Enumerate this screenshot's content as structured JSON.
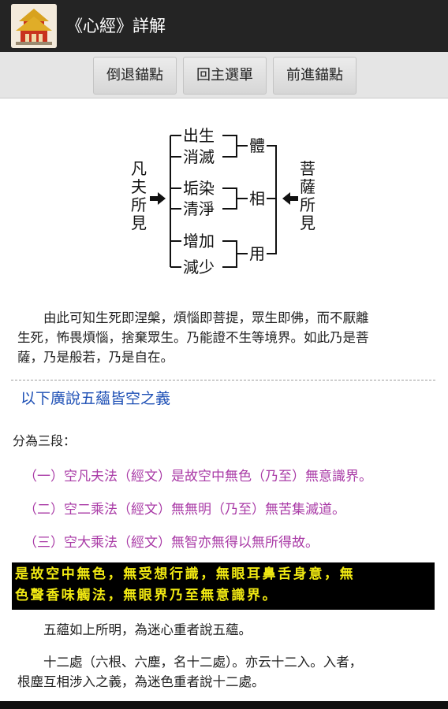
{
  "app": {
    "title": "《心經》詳解",
    "icon": "temple-icon"
  },
  "toolbar": {
    "back_label": "倒退錨點",
    "home_label": "回主選單",
    "forward_label": "前進錨點"
  },
  "diagram": {
    "left_label": [
      "凡",
      "夫",
      "所",
      "見"
    ],
    "right_label": [
      "菩",
      "薩",
      "所",
      "見"
    ],
    "pairs": [
      {
        "top": "出生",
        "bottom": "消滅",
        "label": "體"
      },
      {
        "top": "垢染",
        "bottom": "清淨",
        "label": "相"
      },
      {
        "top": "增加",
        "bottom": "減少",
        "label": "用"
      }
    ]
  },
  "content": {
    "para1_line1": "　　由此可知生死即涅槃，煩惱即菩提，眾生即佛，而不厭離",
    "para1_line2": "生死，怖畏煩惱，捨棄眾生。乃能證不生等境界。如此乃是菩",
    "para1_line3": "薩，乃是般若，乃是自在。",
    "section_heading": "以下廣說五蘊皆空之義",
    "division_intro": "分為三段：",
    "part1": "（一）空凡夫法（經文）是故空中無色（乃至）無意識界。",
    "part2": "（二）空二乘法（經文）無無明（乃至）無苦集滅道。",
    "part3": "（三）空大乘法（經文）無智亦無得以無所得故。",
    "sutra_line1": "是故空中無色，無受想行識，無眼耳鼻舌身意，無",
    "sutra_line2": "色聲香味觸法，無眼界乃至無意識界。",
    "para2": "　　五蘊如上所明，為迷心重者說五蘊。",
    "para3_line1": "　　十二處（六根、六塵，名十二處）。亦云十二入。入者，",
    "para3_line2": "根塵互相涉入之義，為迷色重者說十二處。"
  },
  "colors": {
    "appbar": "#242424",
    "heading_blue": "#1d4fb5",
    "purple": "#a93aa6",
    "sutra_bg": "#000000",
    "sutra_text": "#f2ea12"
  }
}
